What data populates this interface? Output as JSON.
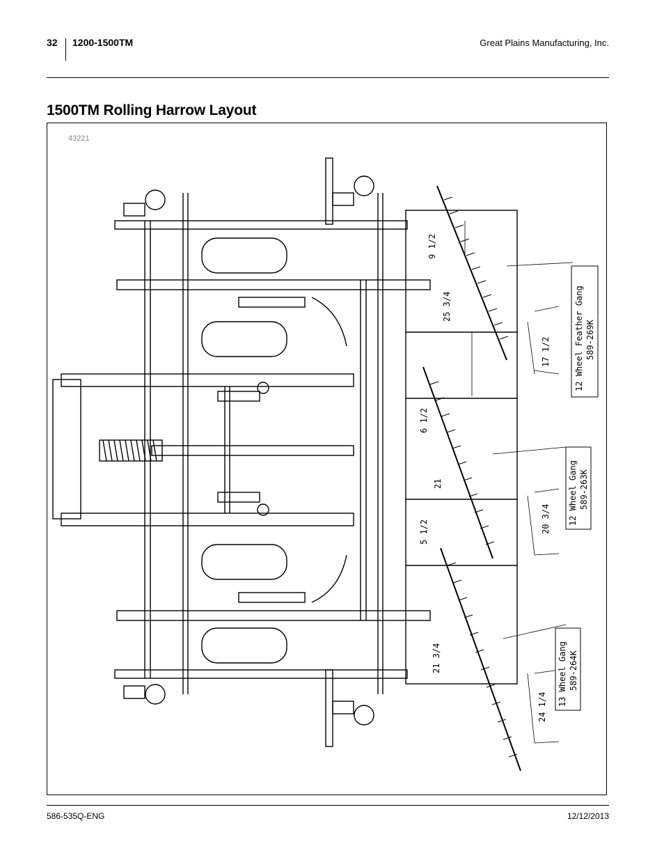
{
  "header": {
    "page_number": "32",
    "model": "1200-1500TM",
    "company": "Great Plains Manufacturing, Inc."
  },
  "title": "1500TM Rolling Harrow Layout",
  "figure": {
    "id": "43221",
    "dimensions": [
      "9 1/2",
      "25 3/4",
      "17 1/2",
      "6 1/2",
      "21",
      "5 1/2",
      "20 3/4",
      "21 3/4",
      "24 1/4"
    ],
    "callouts": [
      {
        "line1": "12 Wheel Feather Gang",
        "line2": "589-269K"
      },
      {
        "line1": "12 Wheel Gang",
        "line2": "589-263K"
      },
      {
        "line1": "13 Wheel Gang",
        "line2": "589-264K"
      }
    ]
  },
  "footer": {
    "doc_number": "586-535Q-ENG",
    "date": "12/12/2013"
  }
}
